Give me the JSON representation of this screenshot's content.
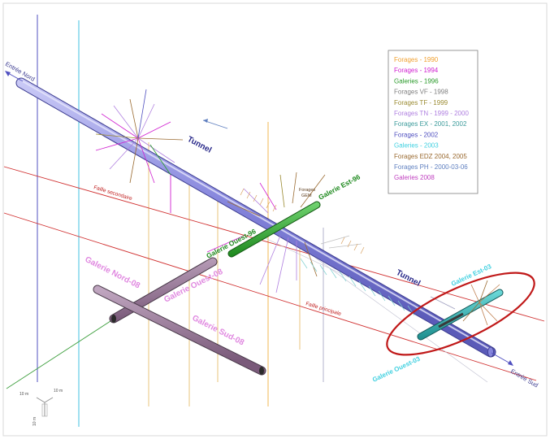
{
  "labels": {
    "entree_nord": "Entrée Nord",
    "entree_sud": "Entrée Sud",
    "tunnel_upper": "Tunnel",
    "tunnel_lower": "Tunnel",
    "faille_secondaire": "Faille secondaire",
    "faille_principale": "Faille principale",
    "galerie_est_96": "Galerie Est-96",
    "galerie_ouest_96": "Galerie Ouest-96",
    "galerie_nord_08": "Galerie Nord-08",
    "galerie_ouest_08": "Galerie Ouest-08",
    "galerie_sud_08": "Galerie Sud-08",
    "galerie_est_03": "Galerie Est-03",
    "galerie_ouest_03": "Galerie Ouest-03",
    "forages_gem_1": "Forages",
    "forages_gem_2": "GEM"
  },
  "scale": {
    "x_label": "10 m",
    "y_label": "10 m",
    "z_label": "10 m"
  },
  "legend": {
    "items": [
      {
        "label": "Forages - 1990",
        "color": "#f0a030"
      },
      {
        "label": "Forages - 1994",
        "color": "#d020d0"
      },
      {
        "label": "Galeries - 1996",
        "color": "#2a9a2a"
      },
      {
        "label": "Forages VF - 1998",
        "color": "#808080"
      },
      {
        "label": "Forages TF - 1999",
        "color": "#9a8a30"
      },
      {
        "label": "Forages TN - 1999 - 2000",
        "color": "#b080e0"
      },
      {
        "label": "Forages EX  - 2001, 2002",
        "color": "#3a9a9a"
      },
      {
        "label": "Forages - 2002",
        "color": "#5050c0"
      },
      {
        "label": "Galeries - 2003",
        "color": "#40d0e0"
      },
      {
        "label": "Forages EDZ 2004, 2005",
        "color": "#9a6a30"
      },
      {
        "label": "Forages PH - 2000-03-06",
        "color": "#6080c0"
      },
      {
        "label": "Galeries 2008",
        "color": "#c040c0"
      }
    ]
  },
  "colors": {
    "tunnel": "#8a8ae0",
    "faille": "#d03030",
    "galerie_96": "#2aa02a",
    "galerie_08": "#9a7a9a",
    "galerie_03": "#40c0c0",
    "highlight_ellipse": "#c01818",
    "labels_08": "#e088e0",
    "labels_03": "#40d0e0"
  }
}
